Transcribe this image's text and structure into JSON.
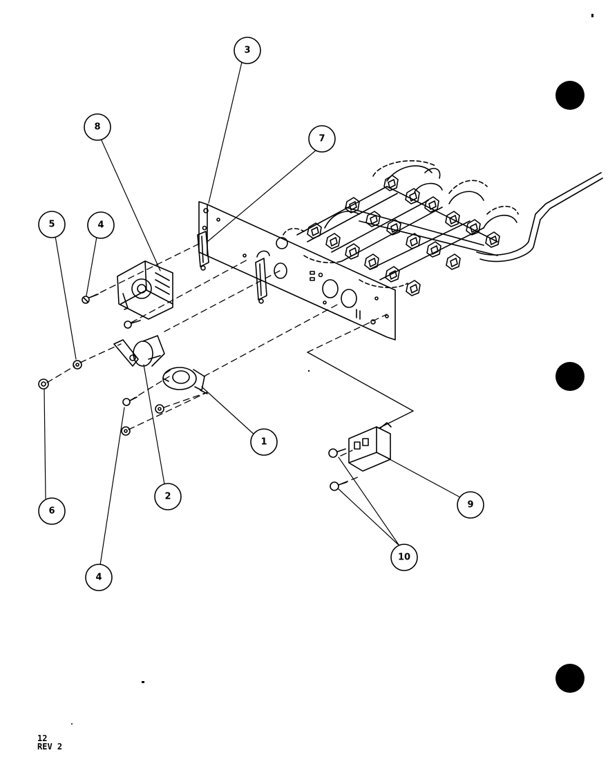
{
  "callouts": {
    "c1": "1",
    "c2": "2",
    "c3": "3",
    "c4a": "4",
    "c4b": "4",
    "c5": "5",
    "c6": "6",
    "c7": "7",
    "c8": "8",
    "c9": "9",
    "c10": "10"
  },
  "footer": {
    "page": "12",
    "revision": "REV 2"
  }
}
